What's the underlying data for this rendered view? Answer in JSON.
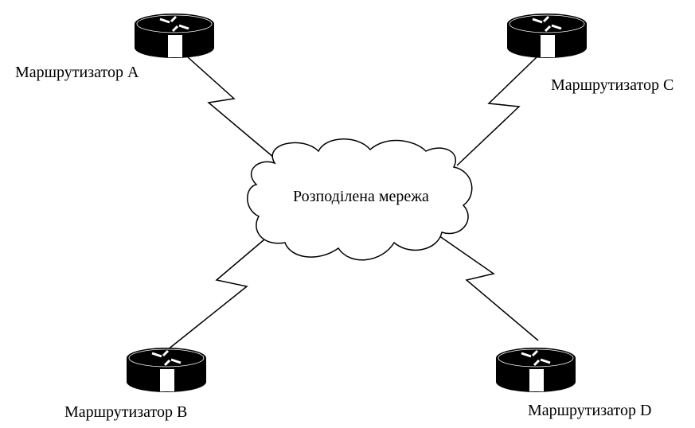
{
  "cloud": {
    "label": "Розподілена мережа"
  },
  "routers": {
    "a": {
      "label": "Маршрутизатор A",
      "icon": "router-icon"
    },
    "b": {
      "label": "Маршрутизатор B",
      "icon": "router-icon"
    },
    "c": {
      "label": "Маршрутизатор C",
      "icon": "router-icon"
    },
    "d": {
      "label": "Маршрутизатор D",
      "icon": "router-icon"
    }
  },
  "links": {
    "style": "serial-zigzag",
    "color": "#000000"
  }
}
